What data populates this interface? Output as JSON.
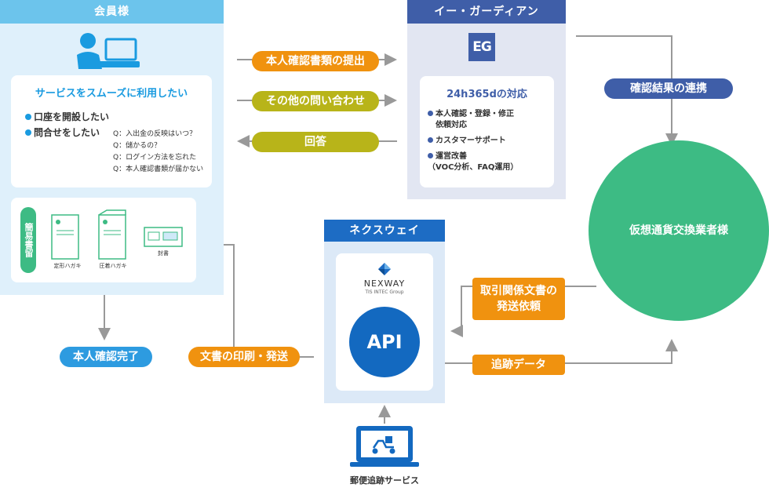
{
  "members": {
    "header": "会員様",
    "want_title": "サービスをスムーズに利用したい",
    "bullet_1": "口座を開設したい",
    "bullet_2": "問合せをしたい",
    "questions": [
      "Q：入出金の反映はいつ？",
      "Q：儲かるの？",
      "Q：ログイン方法を忘れた",
      "Q：本人確認書類が届かない"
    ],
    "mail_label": "簡易書留",
    "mail_items": [
      "定形ハガキ",
      "圧着ハガキ",
      "封書"
    ]
  },
  "arrows": {
    "submit_docs": "本人確認書類の提出",
    "other_inquiries": "その他の問い合わせ",
    "answer": "回答",
    "check_results": "確認結果の連携",
    "identity_done": "本人確認完了",
    "print_send": "文書の印刷・発送",
    "transaction_docs_line1": "取引関係文書の",
    "transaction_docs_line2": "発送依頼",
    "tracking_data": "追跡データ"
  },
  "eguardian": {
    "header": "イー・ガーディアン",
    "logo_text": "EG",
    "service_title": "24h365dの対応",
    "items": [
      "本人確認・登録・修正",
      "依頼対応",
      "カスタマーサポート",
      "運営改善",
      "（VOC分析、FAQ運用）"
    ]
  },
  "nexway": {
    "header": "ネクスウェイ",
    "logo_text": "NEXWAY",
    "logo_sub": "TIS INTEC Group",
    "api_label": "API"
  },
  "crypto": {
    "label": "仮想通貨交換業者様"
  },
  "postal": {
    "label": "郵便追跡サービス"
  },
  "colors": {
    "member_blue": "#6cc4ec",
    "member_bg": "#dff0fb",
    "eguardian_header": "#3f5ea8",
    "eguardian_bg": "#e2e6f2",
    "nexway_blue": "#1d6cc4",
    "nexway_bg": "#dce9f7",
    "green": "#3dbb84",
    "orange": "#f0920f",
    "olive": "#b8b419",
    "api_blue": "#1369c0"
  }
}
